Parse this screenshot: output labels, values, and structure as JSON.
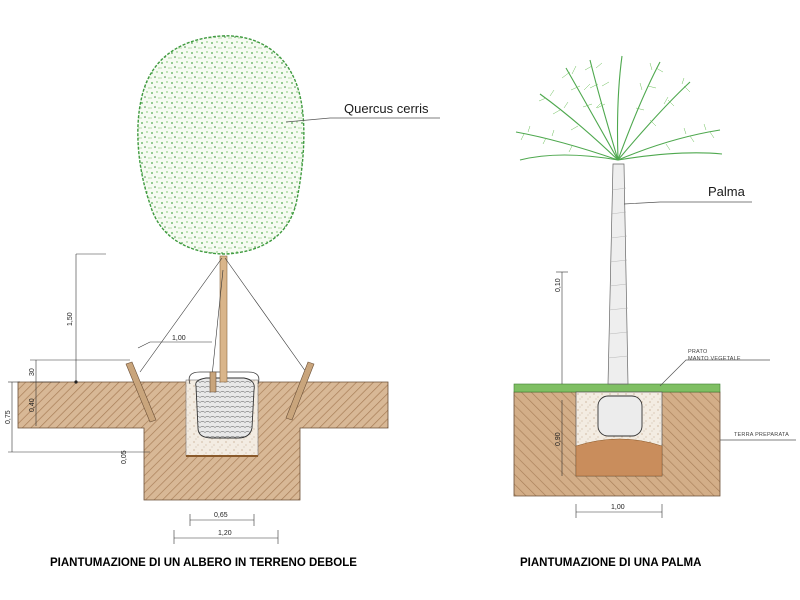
{
  "left": {
    "species_label": "Quercus cerris",
    "caption": "PIANTUMAZIONE DI UN ALBERO IN TERRENO DEBOLE",
    "dims": {
      "stake_height": "1,50",
      "stake_spacing": "1,00",
      "above_ground": "30",
      "root_ball_depth": "0,40",
      "total_depth": "0,75",
      "base_gap": "0,05",
      "root_ball_width": "0,65",
      "pit_width": "1,20"
    }
  },
  "right": {
    "species_label": "Palma",
    "caption": "PIANTUMAZIONE DI UNA PALMA",
    "layer_labels": [
      "PRATO",
      "MANTO VEGETALE"
    ],
    "prepared_soil_label": "TERRA PREPARATA",
    "dims": {
      "topsoil": "0,10",
      "pit_depth": "0,90",
      "pit_width": "1,00"
    }
  },
  "colors": {
    "soil": "#c9a27e",
    "soil_hatch": "#9a6f4a",
    "foliage": "#3f9a3f",
    "trunk": "#d9b58a",
    "grass": "#5aa04a"
  }
}
